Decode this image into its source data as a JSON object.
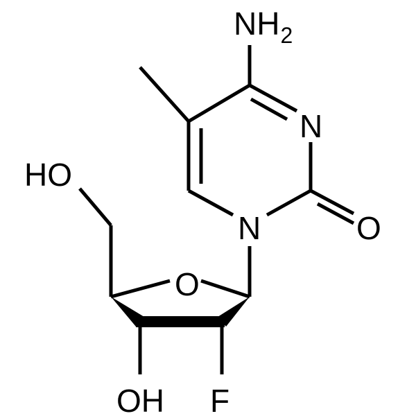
{
  "structure": {
    "ring_atoms": {
      "n3": "N",
      "n1": "N",
      "o_ring": "O"
    },
    "carbonyl_oxygen": "O",
    "amine": {
      "atom": "NH",
      "subscript": "2"
    },
    "hydroxyl_5prime": "HO",
    "hydroxyl_3prime": "OH",
    "fluorine": "F"
  }
}
